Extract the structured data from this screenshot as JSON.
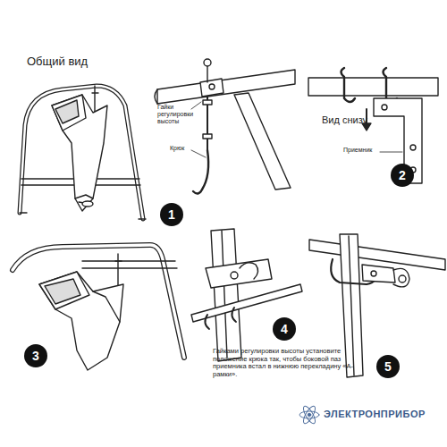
{
  "diagram": {
    "nodes": [
      {
        "text": [
          "1"
        ]
      },
      {
        "text": [
          "2"
        ]
      },
      {
        "text": [
          "3"
        ]
      },
      {
        "text": [
          "4"
        ]
      },
      {
        "text": [
          "5"
        ]
      }
    ],
    "edges": [],
    "labels": [
      "Общий вид",
      "Гайки регулировки высоты",
      "Крюк",
      "Вид снизу",
      "Приемник",
      "Гайками регулировки высоты установите положение крюка так, чтобы боковой паз приемника встал в нижнюю перекладину «А-рамки».",
      "ЭЛЕКТРОНПРИБОР"
    ]
  }
}
